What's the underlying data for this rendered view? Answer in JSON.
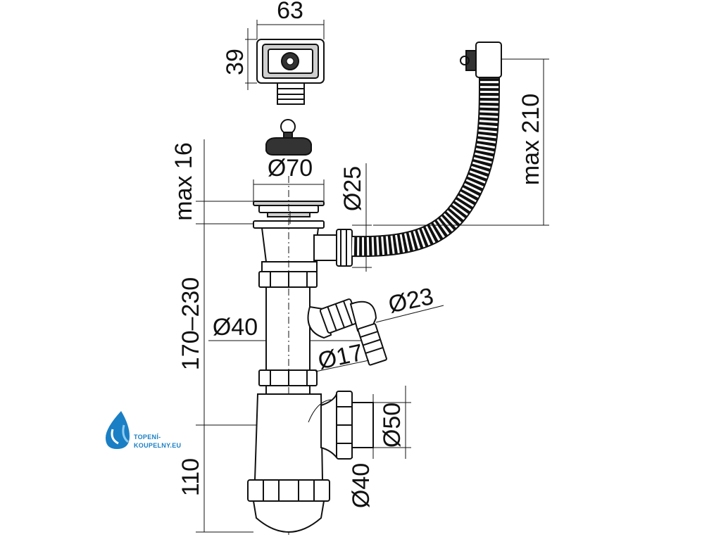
{
  "labels": {
    "overflow_width": "63",
    "overflow_height": "39",
    "max_16": "max 16",
    "d70": "Ø70",
    "d25": "Ø25",
    "max_210": "max 210",
    "d23": "Ø23",
    "h_170_230": "170–230",
    "d40_pipe": "Ø40",
    "d17": "Ø17",
    "d50": "Ø50",
    "d40_outlet": "Ø40",
    "h_110": "110"
  },
  "logo": {
    "line1": "TOPENÍ-",
    "line2": "KOUPELNY.EU",
    "accent": "#1a7fc4"
  }
}
